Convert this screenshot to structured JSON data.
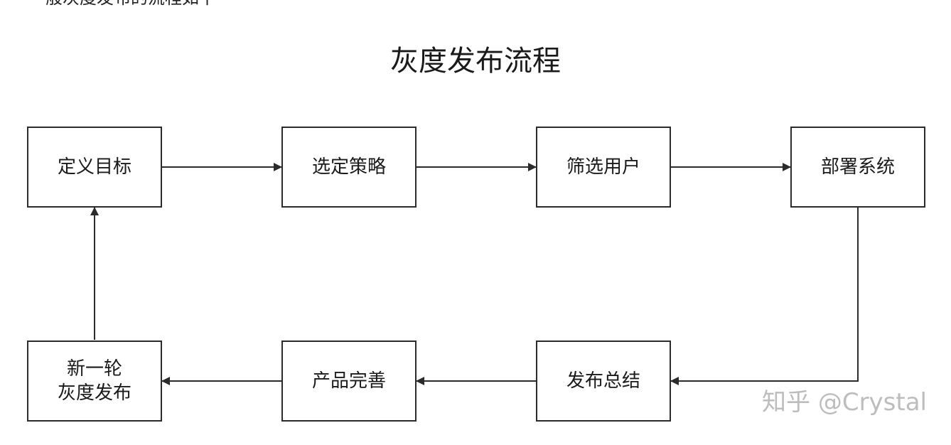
{
  "top_text": "一般灰度发布的流程如下",
  "title": "灰度发布流程",
  "nodes": [
    {
      "id": "define-goal",
      "label": "定义目标"
    },
    {
      "id": "select-strategy",
      "label": "选定策略"
    },
    {
      "id": "filter-users",
      "label": "筛选用户"
    },
    {
      "id": "deploy-system",
      "label": "部署系统"
    },
    {
      "id": "release-summary",
      "label": "发布总结"
    },
    {
      "id": "product-improve",
      "label": "产品完善"
    },
    {
      "id": "new-round",
      "label": "新一轮\n灰度发布"
    }
  ],
  "edges": [
    {
      "from": "define-goal",
      "to": "select-strategy"
    },
    {
      "from": "select-strategy",
      "to": "filter-users"
    },
    {
      "from": "filter-users",
      "to": "deploy-system"
    },
    {
      "from": "deploy-system",
      "to": "release-summary"
    },
    {
      "from": "release-summary",
      "to": "product-improve"
    },
    {
      "from": "product-improve",
      "to": "new-round"
    },
    {
      "from": "new-round",
      "to": "define-goal"
    }
  ],
  "watermark": "知乎 @Crystal",
  "colors": {
    "stroke": "#2b2b2b",
    "text": "#1a1a1a",
    "watermark": "#bdbdbd",
    "background": "#ffffff"
  }
}
